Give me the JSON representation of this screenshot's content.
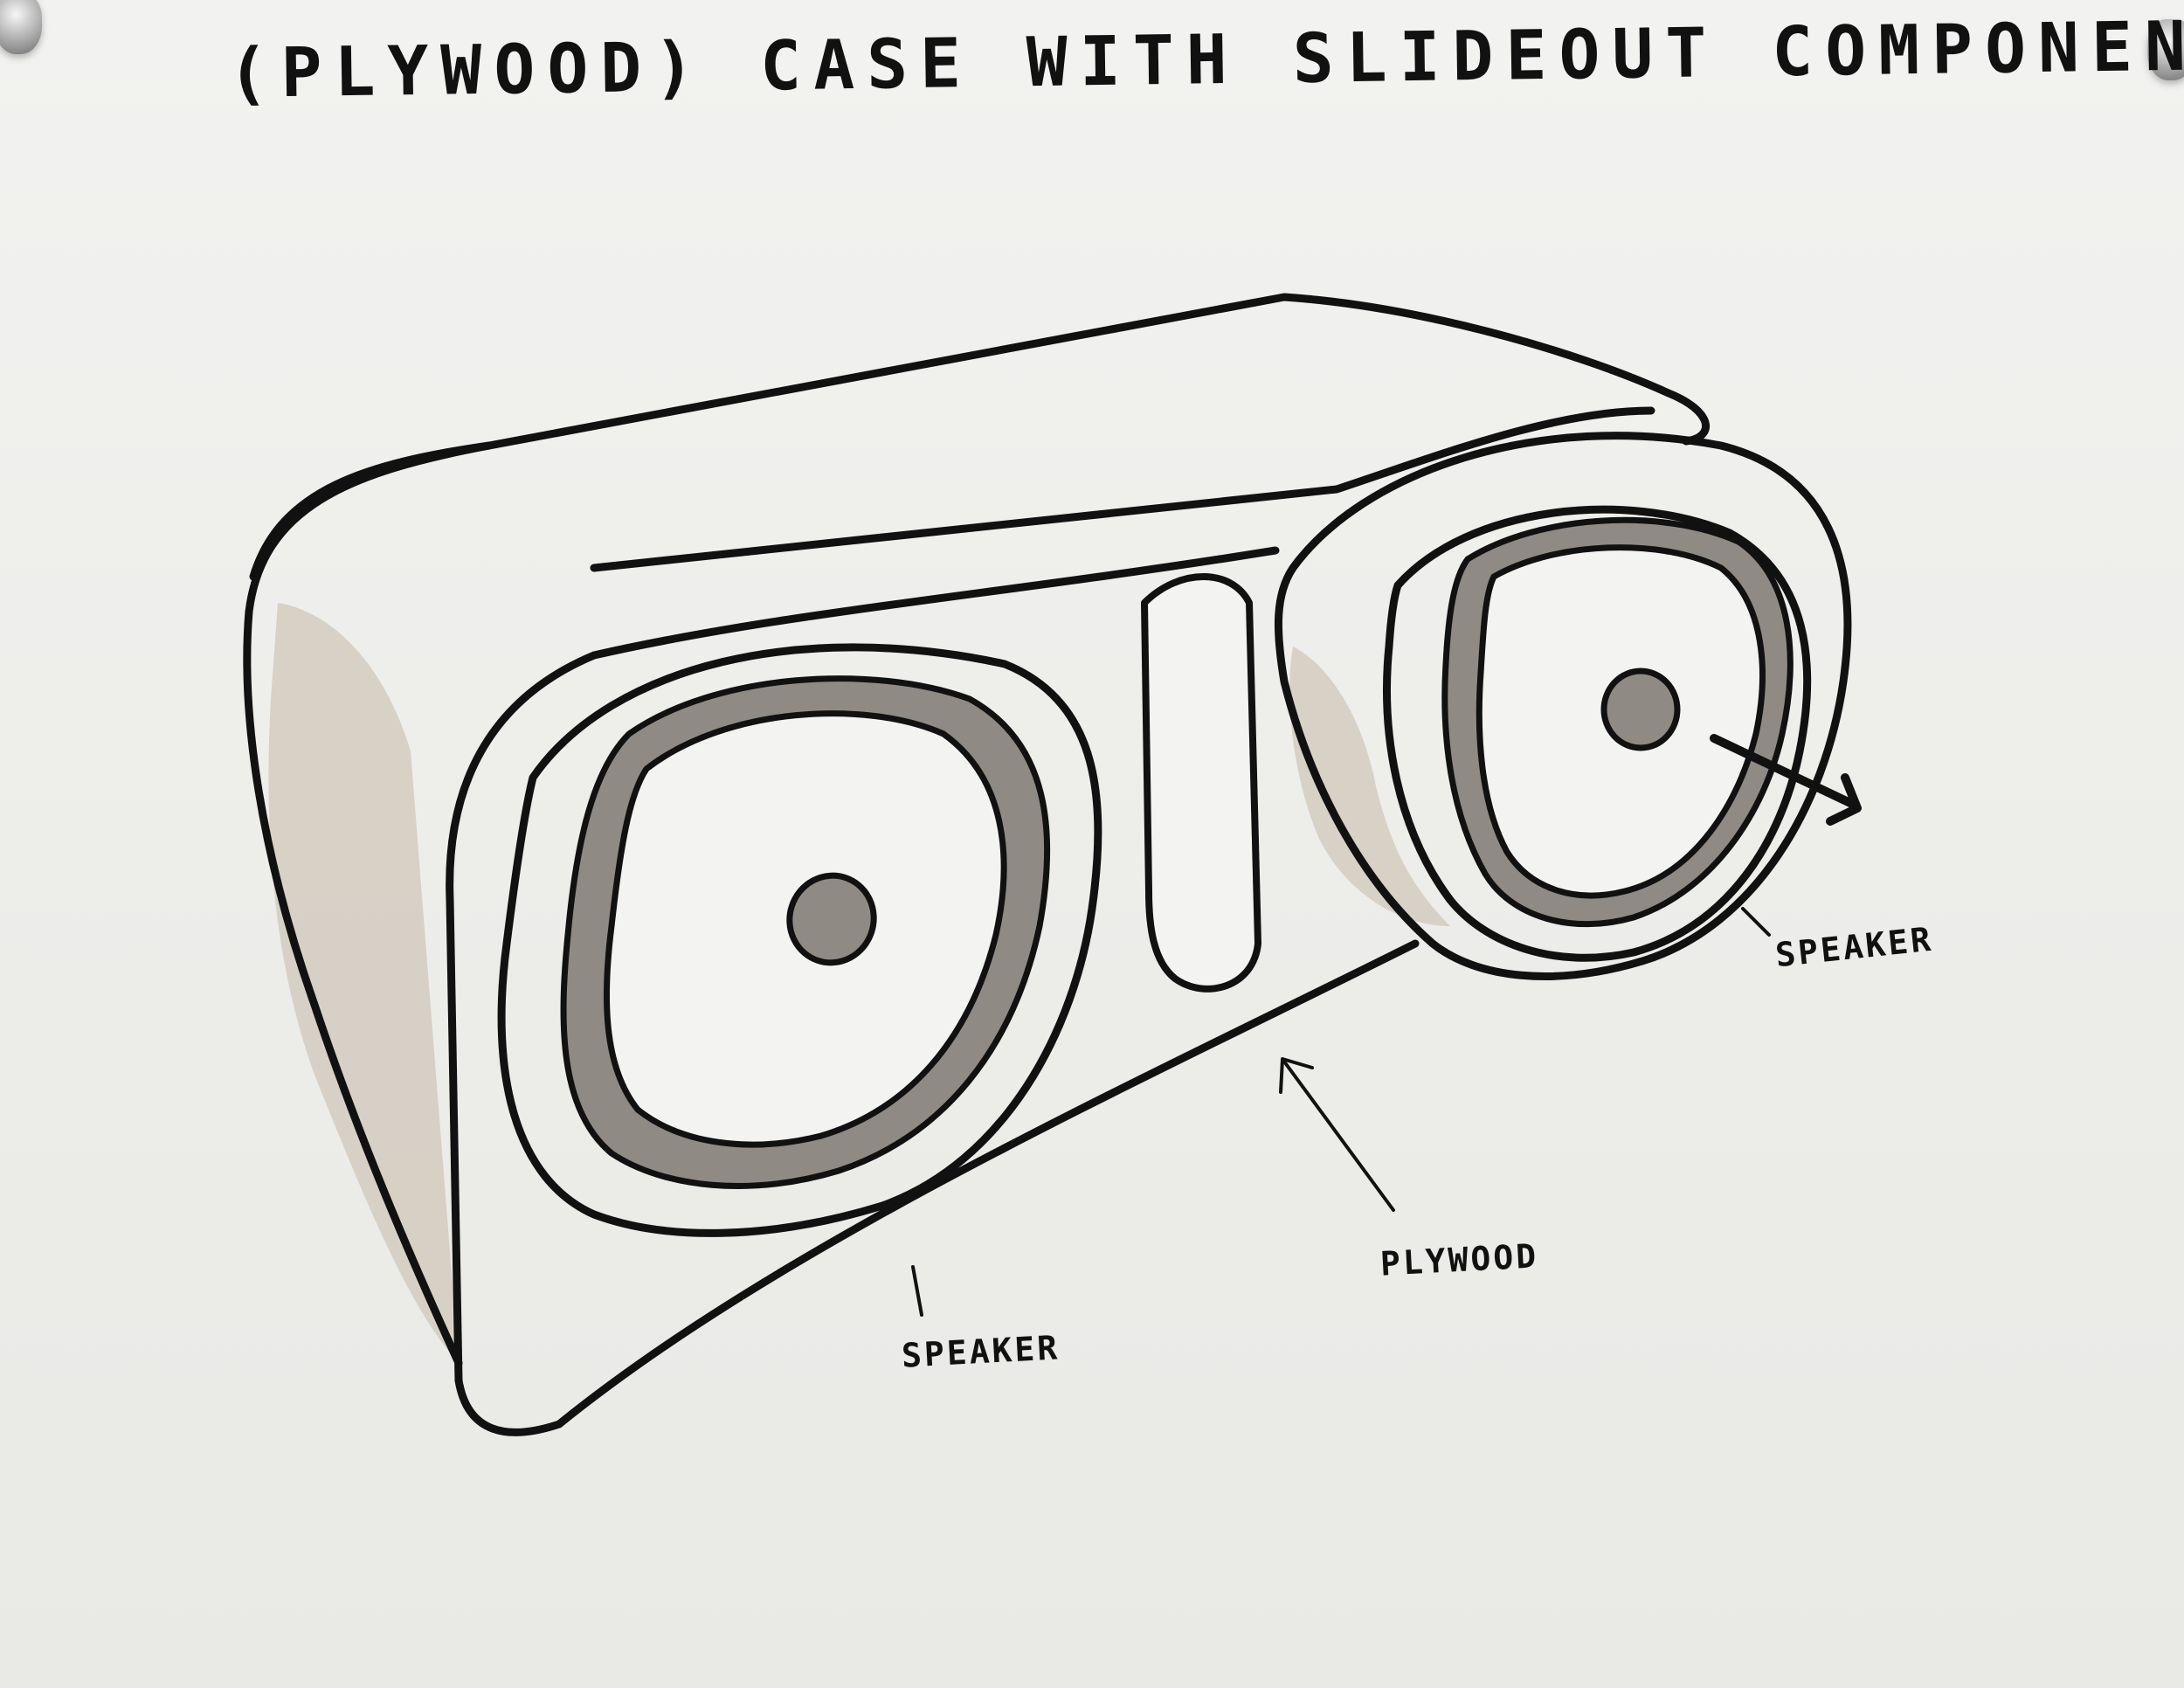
{
  "title": "(PLYWOOD) CASE WITH SLIDEOUT COMPONENTS",
  "labels": {
    "speaker_left": "SPEAKER",
    "speaker_right": "SPEAKER",
    "plywood": "PLYWOOD"
  },
  "colors": {
    "paper": "#ededeb",
    "ink": "#111111",
    "marker_gray": "#8f8a84",
    "wash_beige": "#cfc7ba"
  }
}
